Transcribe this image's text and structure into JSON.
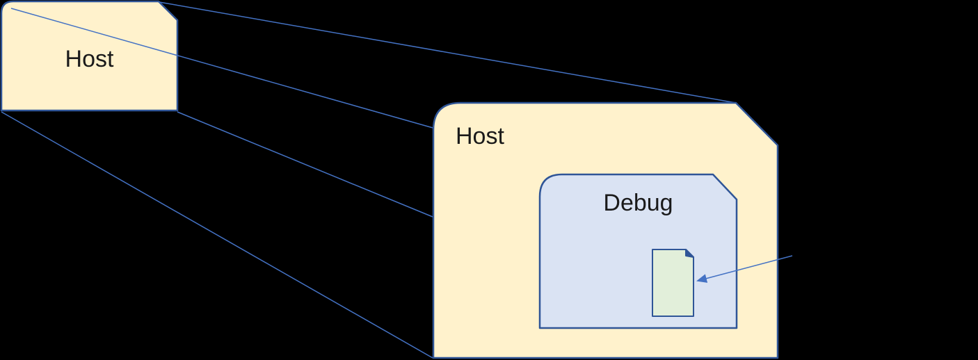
{
  "diagram": {
    "type": "zoom-inset-diagram",
    "labels": {
      "host_small": "Host",
      "host_large": "Host",
      "debug": "Debug"
    },
    "colors": {
      "background": "#000000",
      "host_fill": "#FFF2CC",
      "debug_fill": "#DAE3F3",
      "document_fill": "#E2EFDA",
      "shape_border": "#2F5597",
      "connector_line": "#4472C4",
      "label_text": "#1A1A1A"
    }
  }
}
